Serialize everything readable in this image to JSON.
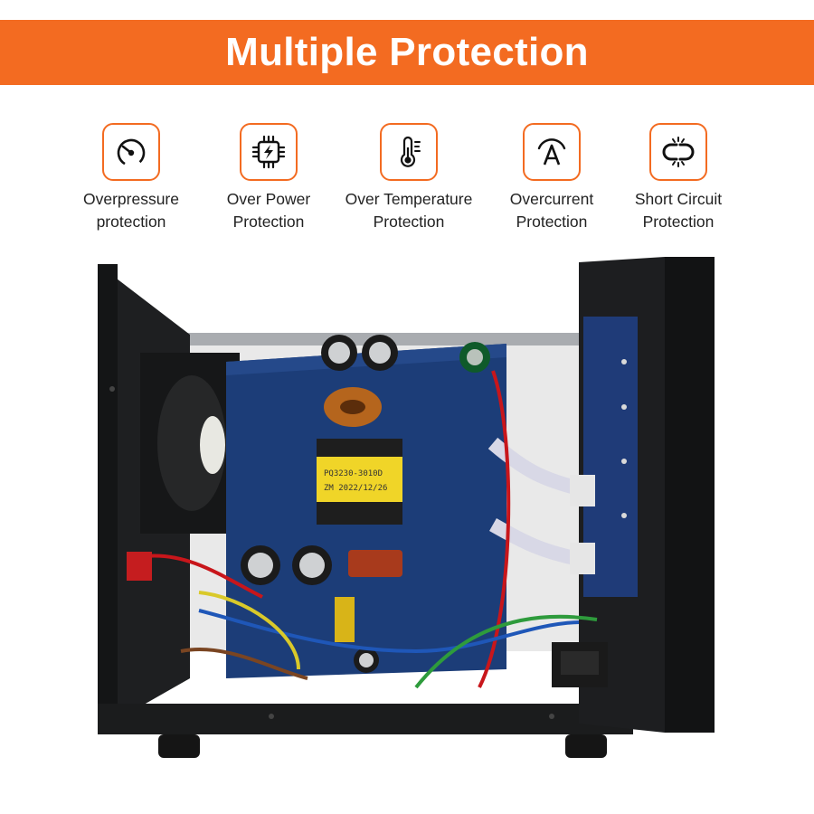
{
  "banner": {
    "title": "Multiple Protection",
    "color": "#f36b21"
  },
  "features": [
    {
      "icon": "gauge-icon",
      "line1": "Overpressure",
      "line2": "protection"
    },
    {
      "icon": "chip-lightning-icon",
      "line1": "Over Power",
      "line2": "Protection"
    },
    {
      "icon": "thermometer-icon",
      "line1": "Over Temperature",
      "line2": "Protection"
    },
    {
      "icon": "ampere-icon",
      "line1": "Overcurrent",
      "line2": "Protection"
    },
    {
      "icon": "broken-link-icon",
      "line1": "Short Circuit",
      "line2": "Protection"
    }
  ],
  "product_photo": {
    "transformer_label_line1": "PQ3230-3010D",
    "transformer_label_line2": "ZM  2022/12/26"
  }
}
